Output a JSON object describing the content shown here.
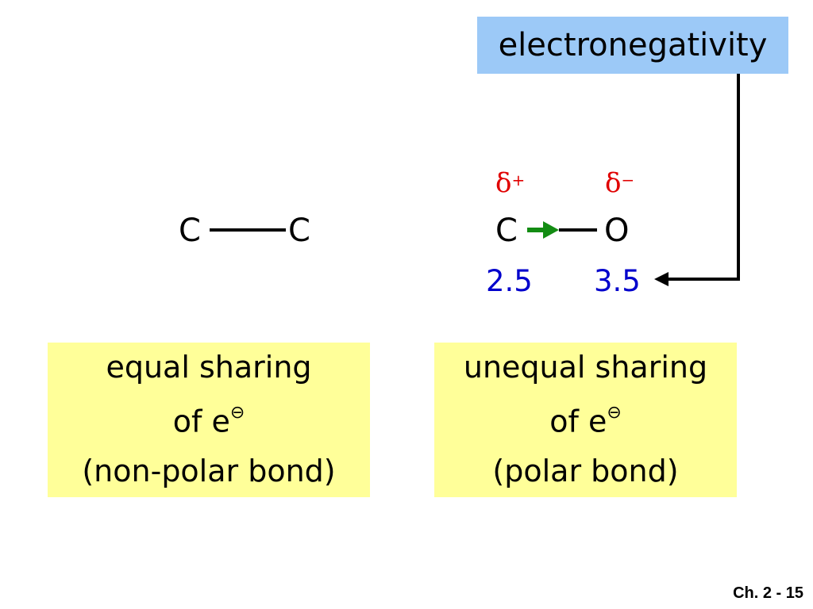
{
  "header": {
    "label": "electronegativity"
  },
  "left_bond": {
    "atom1": "C",
    "atom2": "C"
  },
  "right_bond": {
    "atom1": "C",
    "atom2": "O",
    "delta_plus": "δ",
    "delta_plus_sign": "+",
    "delta_minus": "δ",
    "delta_minus_sign": "−",
    "en1": "2.5",
    "en2": "3.5"
  },
  "left_note": {
    "line1": "equal sharing",
    "line2": "of e",
    "electron_symbol": "⊖",
    "line3": "(non-polar bond)"
  },
  "right_note": {
    "line1": "unequal sharing",
    "line2": "of e",
    "electron_symbol": "⊖",
    "line3": "(polar bond)"
  },
  "footer": {
    "label": "Ch. 2 - 15"
  },
  "colors": {
    "delta": "#e00000",
    "en_value": "#0000cc",
    "bond_arrow": "#138c13",
    "header_bg": "#9cc9f7",
    "note_bg": "#ffff99"
  }
}
